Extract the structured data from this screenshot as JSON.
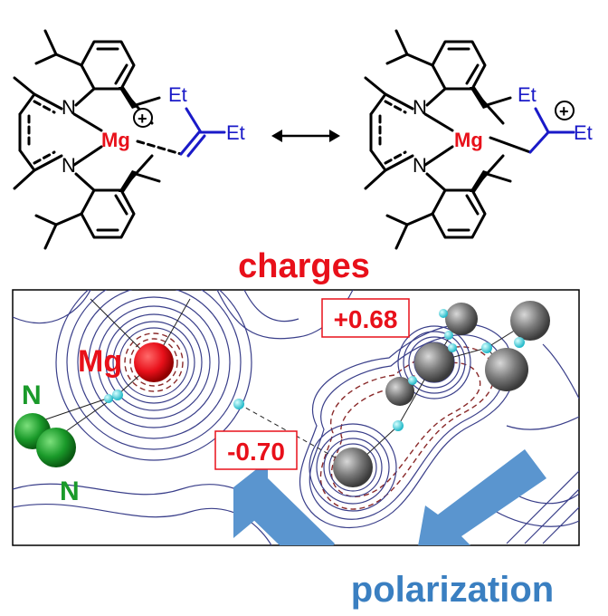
{
  "structures": {
    "left": {
      "metal": "Mg",
      "n_top": "N",
      "n_bottom": "N",
      "et_top": "Et",
      "et_right": "Et",
      "charge": "+"
    },
    "right": {
      "metal": "Mg",
      "n_top": "N",
      "n_bottom": "N",
      "et_top": "Et",
      "et_right": "Et",
      "charge": "+"
    },
    "arrow_glyph": "↔"
  },
  "section_title": "charges",
  "density_map": {
    "metal_label": "Mg",
    "n_label_top": "N",
    "n_label_bottom": "N",
    "charge_positive": "+0.68",
    "charge_negative": "-0.70"
  },
  "footer_label": "polarization",
  "colors": {
    "metal": "#e8101a",
    "title": "#e8101a",
    "nitrogen": "#1a9a2a",
    "alkyl": "#1a1ac8",
    "footer": "#3a7fc1",
    "arrow_fill": "#5a95cf",
    "box_border": "#e8101a"
  }
}
